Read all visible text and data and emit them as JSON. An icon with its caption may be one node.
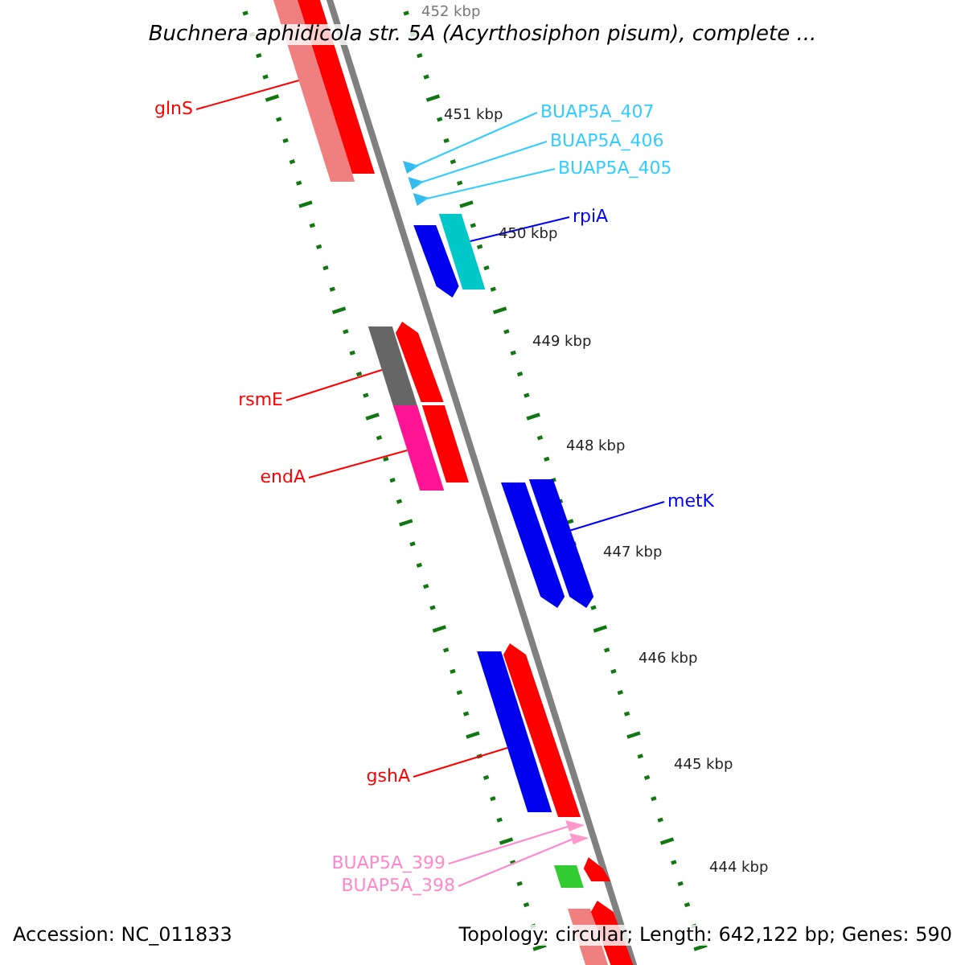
{
  "diagram": {
    "title": "Buchnera aphidicola str. 5A (Acyrthosiphon pisum), complete ...",
    "nodes": [
      {
        "text": [
          "glnS"
        ]
      },
      {
        "text": [
          "BUAP5A_407"
        ]
      },
      {
        "text": [
          "BUAP5A_406"
        ]
      },
      {
        "text": [
          "BUAP5A_405"
        ]
      },
      {
        "text": [
          "rpiA"
        ]
      },
      {
        "text": [
          "rsmE"
        ]
      },
      {
        "text": [
          "endA"
        ]
      },
      {
        "text": [
          "metK"
        ]
      },
      {
        "text": [
          "gshA"
        ]
      },
      {
        "text": [
          "BUAP5A_399"
        ]
      },
      {
        "text": [
          "BUAP5A_398"
        ]
      },
      {
        "text": [],
        "shape": "bar"
      },
      {
        "text": [],
        "shape": "bar"
      },
      {
        "text": [],
        "shape": "bar"
      },
      {
        "text": [],
        "shape": "bar"
      },
      {
        "text": [],
        "shape": "bar"
      },
      {
        "text": [],
        "shape": "bar"
      },
      {
        "text": [],
        "shape": "bar"
      },
      {
        "text": [],
        "shape": "bar"
      },
      {
        "text": [],
        "shape": "bar"
      },
      {
        "text": [],
        "shape": "bar"
      },
      {
        "text": [],
        "shape": "bar"
      },
      {
        "text": [],
        "shape": "bar"
      },
      {
        "text": [],
        "shape": "bar"
      },
      {
        "text": [],
        "shape": "bar"
      },
      {
        "text": [],
        "shape": "bar"
      },
      {
        "text": [],
        "shape": "bar"
      },
      {
        "text": [],
        "shape": "bar"
      },
      {
        "text": [],
        "shape": "bar"
      },
      {
        "text": [],
        "shape": "bar"
      },
      {
        "text": [],
        "shape": "bar"
      },
      {
        "text": [],
        "shape": "bar"
      }
    ],
    "edges": [
      {
        "from": 0,
        "to": 11,
        "arrow": "none",
        "color": "#ff0000"
      },
      {
        "from": 1,
        "to": 12,
        "arrow": "none",
        "color": "#33ccff"
      },
      {
        "from": 2,
        "to": 13,
        "arrow": "none",
        "color": "#33ccff"
      },
      {
        "from": 3,
        "to": 14,
        "arrow": "none",
        "color": "#33ccff"
      },
      {
        "from": 4,
        "to": 15,
        "arrow": "none",
        "color": "#0000ff"
      },
      {
        "from": 5,
        "to": 16,
        "arrow": "none",
        "color": "#ff0000"
      },
      {
        "from": 6,
        "to": 17,
        "arrow": "none",
        "color": "#ff0000"
      },
      {
        "from": 7,
        "to": 18,
        "arrow": "none",
        "color": "#0000ff"
      },
      {
        "from": 8,
        "to": 19,
        "arrow": "none",
        "color": "#ff0000"
      },
      {
        "from": 9,
        "to": 20,
        "arrow": "none",
        "color": "#ff88cc"
      },
      {
        "from": 10,
        "to": 21,
        "arrow": "none",
        "color": "#ff88cc"
      }
    ],
    "labels": [
      "452 kbp",
      "451 kbp",
      "450 kbp",
      "449 kbp",
      "448 kbp",
      "447 kbp",
      "446 kbp",
      "445 kbp",
      "444 kbp",
      "Accession: NC_011833",
      "Topology: circular; Length: 642,122 bp; Genes: 590"
    ]
  }
}
